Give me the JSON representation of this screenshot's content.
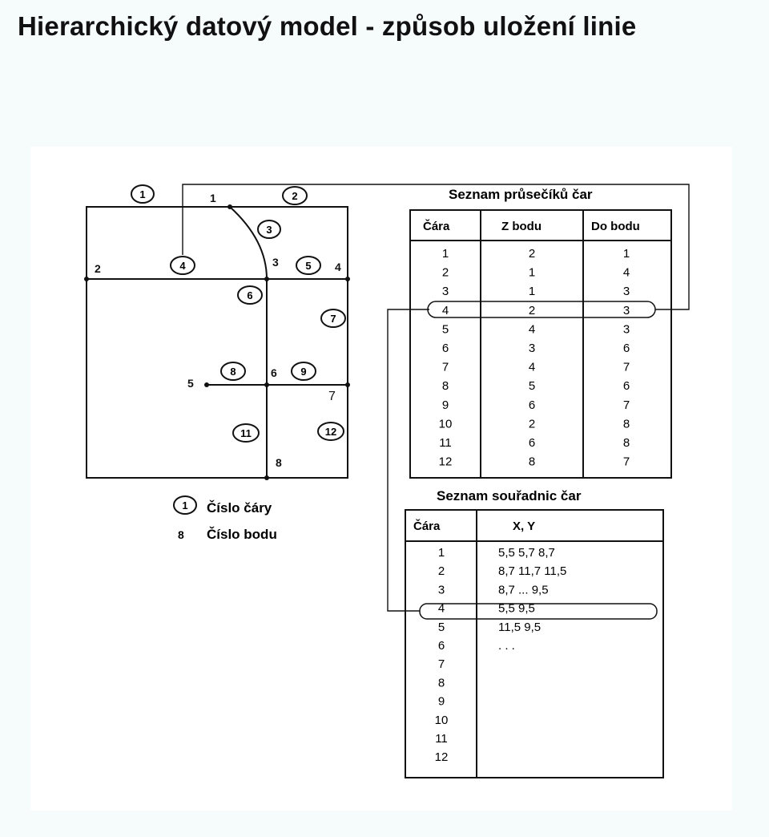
{
  "title": "Hierarchický datový model - způsob uložení linie",
  "legend": {
    "line_number_symbol": "1",
    "line_number_label": "Číslo čáry",
    "point_number_symbol": "8",
    "point_number_label": "Číslo bodu"
  },
  "map": {
    "point_labels": [
      "1",
      "2",
      "3",
      "4",
      "5",
      "6",
      "7",
      "8"
    ],
    "line_labels": [
      "1",
      "2",
      "3",
      "4",
      "5",
      "6",
      "7",
      "8",
      "9",
      "11",
      "12"
    ]
  },
  "intersections_table": {
    "title": "Seznam průsečíků čar",
    "headers": [
      "Čára",
      "Z bodu",
      "Do bodu"
    ],
    "rows": [
      [
        "1",
        "2",
        "1"
      ],
      [
        "2",
        "1",
        "4"
      ],
      [
        "3",
        "1",
        "3"
      ],
      [
        "4",
        "2",
        "3"
      ],
      [
        "5",
        "4",
        "3"
      ],
      [
        "6",
        "3",
        "6"
      ],
      [
        "7",
        "4",
        "7"
      ],
      [
        "8",
        "5",
        "6"
      ],
      [
        "9",
        "6",
        "7"
      ],
      [
        "10",
        "2",
        "8"
      ],
      [
        "11",
        "6",
        "8"
      ],
      [
        "12",
        "8",
        "7"
      ]
    ],
    "highlighted_row": "4"
  },
  "coordinates_table": {
    "title": "Seznam souřadnic čar",
    "headers": [
      "Čára",
      "X, Y"
    ],
    "rows": [
      [
        "1",
        "5,5  5,7  8,7"
      ],
      [
        "2",
        "8,7  11,7  11,5"
      ],
      [
        "3",
        "8,7 ... 9,5"
      ],
      [
        "4",
        "5,5  9,5"
      ],
      [
        "5",
        "11,5  9,5"
      ],
      [
        "6",
        ". . ."
      ],
      [
        "7",
        ""
      ],
      [
        "8",
        ""
      ],
      [
        "9",
        ""
      ],
      [
        "10",
        ""
      ],
      [
        "11",
        ""
      ],
      [
        "12",
        ""
      ]
    ],
    "highlighted_row": "4"
  }
}
